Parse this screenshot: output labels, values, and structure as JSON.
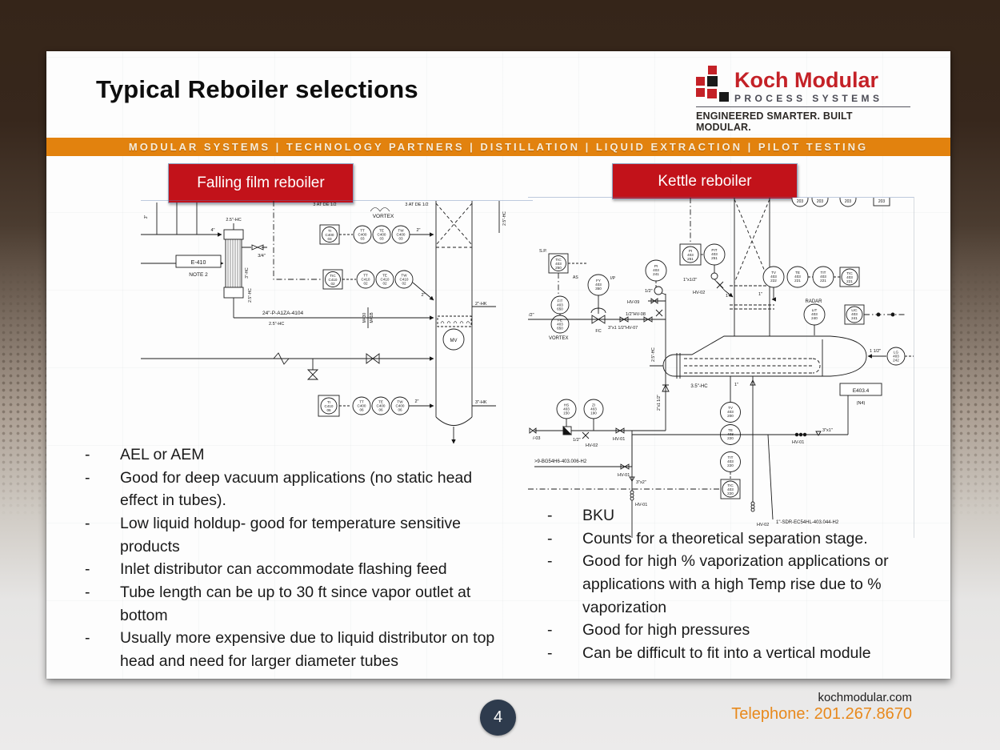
{
  "slide": {
    "title": "Typical Reboiler selections",
    "bullet_char": "-",
    "logo": {
      "name": "Koch Modular",
      "subtitle": "PROCESS SYSTEMS",
      "tagline": "ENGINEERED SMARTER. BUILT MODULAR.",
      "brand_red": "#C42127",
      "brand_dark": "#2D2926"
    },
    "banner": {
      "text": "MODULAR SYSTEMS | TECHNOLOGY PARTNERS | DISTILLATION | LIQUID EXTRACTION | PILOT TESTING",
      "bg": "#E2820E"
    },
    "callouts": {
      "left": "Falling film reboiler",
      "right": "Kettle reboiler",
      "bg": "#C2121A"
    },
    "left_bullets": [
      "AEL or AEM",
      "Good for deep vacuum applications (no static head effect in tubes).",
      "Low liquid holdup- good for temperature sensitive products",
      "Inlet distributor can accommodate flashing feed",
      "Tube length can be up to 30 ft since vapor outlet at bottom",
      "Usually more expensive due to liquid distributor on top head and need for larger diameter tubes"
    ],
    "right_bullets": [
      "BKU",
      "Counts for a theoretical  separation stage.",
      "Good for high % vaporization applications or applications with a high Temp rise due to % vaporization",
      "Good for high pressures",
      "Can be difficult to fit into a vertical module"
    ],
    "footer": {
      "page": "4",
      "website": "kochmodular.com",
      "phone": "Telephone: 201.267.8670",
      "phone_color": "#E8891C",
      "badge_bg": "#2E3B4D"
    },
    "diagrams": {
      "falling_film": {
        "instruments": [
          "TI|C400|03",
          "TT|C400|03",
          "TE|C400|03",
          "TW|C400|03",
          "TIC|C410|02",
          "TT|C410|02",
          "TE|C410|02",
          "TW|C410|02",
          "TI|C410|06",
          "TT|C400|06",
          "TE|C400|06",
          "TW|C400|06"
        ],
        "labels": {
          "topcut": "3 AT DE 1/2",
          "vortex": "VORTEX",
          "three": "3\"",
          "four": "4\"",
          "hc25_top": "2.5\"-HC",
          "threequarter": "3/4\"",
          "hc3": "3\"-HC",
          "hc25_side": "2.5\"-HC",
          "e410": "E-410",
          "note2": "NOTE 2",
          "line24": "24\"-P-A1ZA-4104",
          "hc25_line": "2.5\"-HC",
          "m430": "M430",
          "m41b": "M41B",
          "mv": "MV",
          "two": "2\"",
          "hk2": "2\"-HK",
          "hk3": "3\"-HK",
          "hc25_right": "2.5\"-HC"
        }
      },
      "kettle": {
        "instruments": [
          "TIC|403|250",
          "FY|403|350",
          "FIT|403|650",
          "FE|403|650",
          "PI|403|241",
          "PI|403|251",
          "PIT|403|251",
          "TV|403|222",
          "TE|403|221",
          "TIT|403|221",
          "TIC|403|221",
          "LIT|403|240",
          "LIC|403|241",
          "LG|403|242",
          "TV|403|200",
          "TE|403|220",
          "TIT|403|220",
          "TIC|403|220",
          "HS|403|150",
          "ZI|403|190"
        ],
        "labels": {
          "top_tag": "203",
          "sp": "S.P.",
          "as_lbl": "AS",
          "ip": "I/P",
          "fc": "FC",
          "vortex": "VORTEX",
          "half_in": "/2\"",
          "fc_line": "3\"x1 1/2\"HV-07",
          "hv09": "HV-09",
          "hv08": "1/2\"HV-08",
          "half2": "1/2\"",
          "one_x_half": "1\"x1/2\"",
          "hv02": "HV-02",
          "one": "1\"",
          "radar": "RADAR",
          "one_half": "1 1/2\"",
          "e_tag": "E403.4",
          "e_note": "(N4)",
          "hc35": "3.5\"-HC",
          "hc25": "2.5\"-HC",
          "r2x15": "2\"x1 1/2\"",
          "slash03": "/-03",
          "half3": "1/2\"",
          "hv01": "HV-01",
          "bg_line": ">9-BG54H6-403.006-H2",
          "s3x2": "3\"x2\"",
          "s3x1": "3\"x1\"",
          "sdr_line": "1\"-SDR-EC54HL-403.044-H2"
        }
      }
    }
  }
}
